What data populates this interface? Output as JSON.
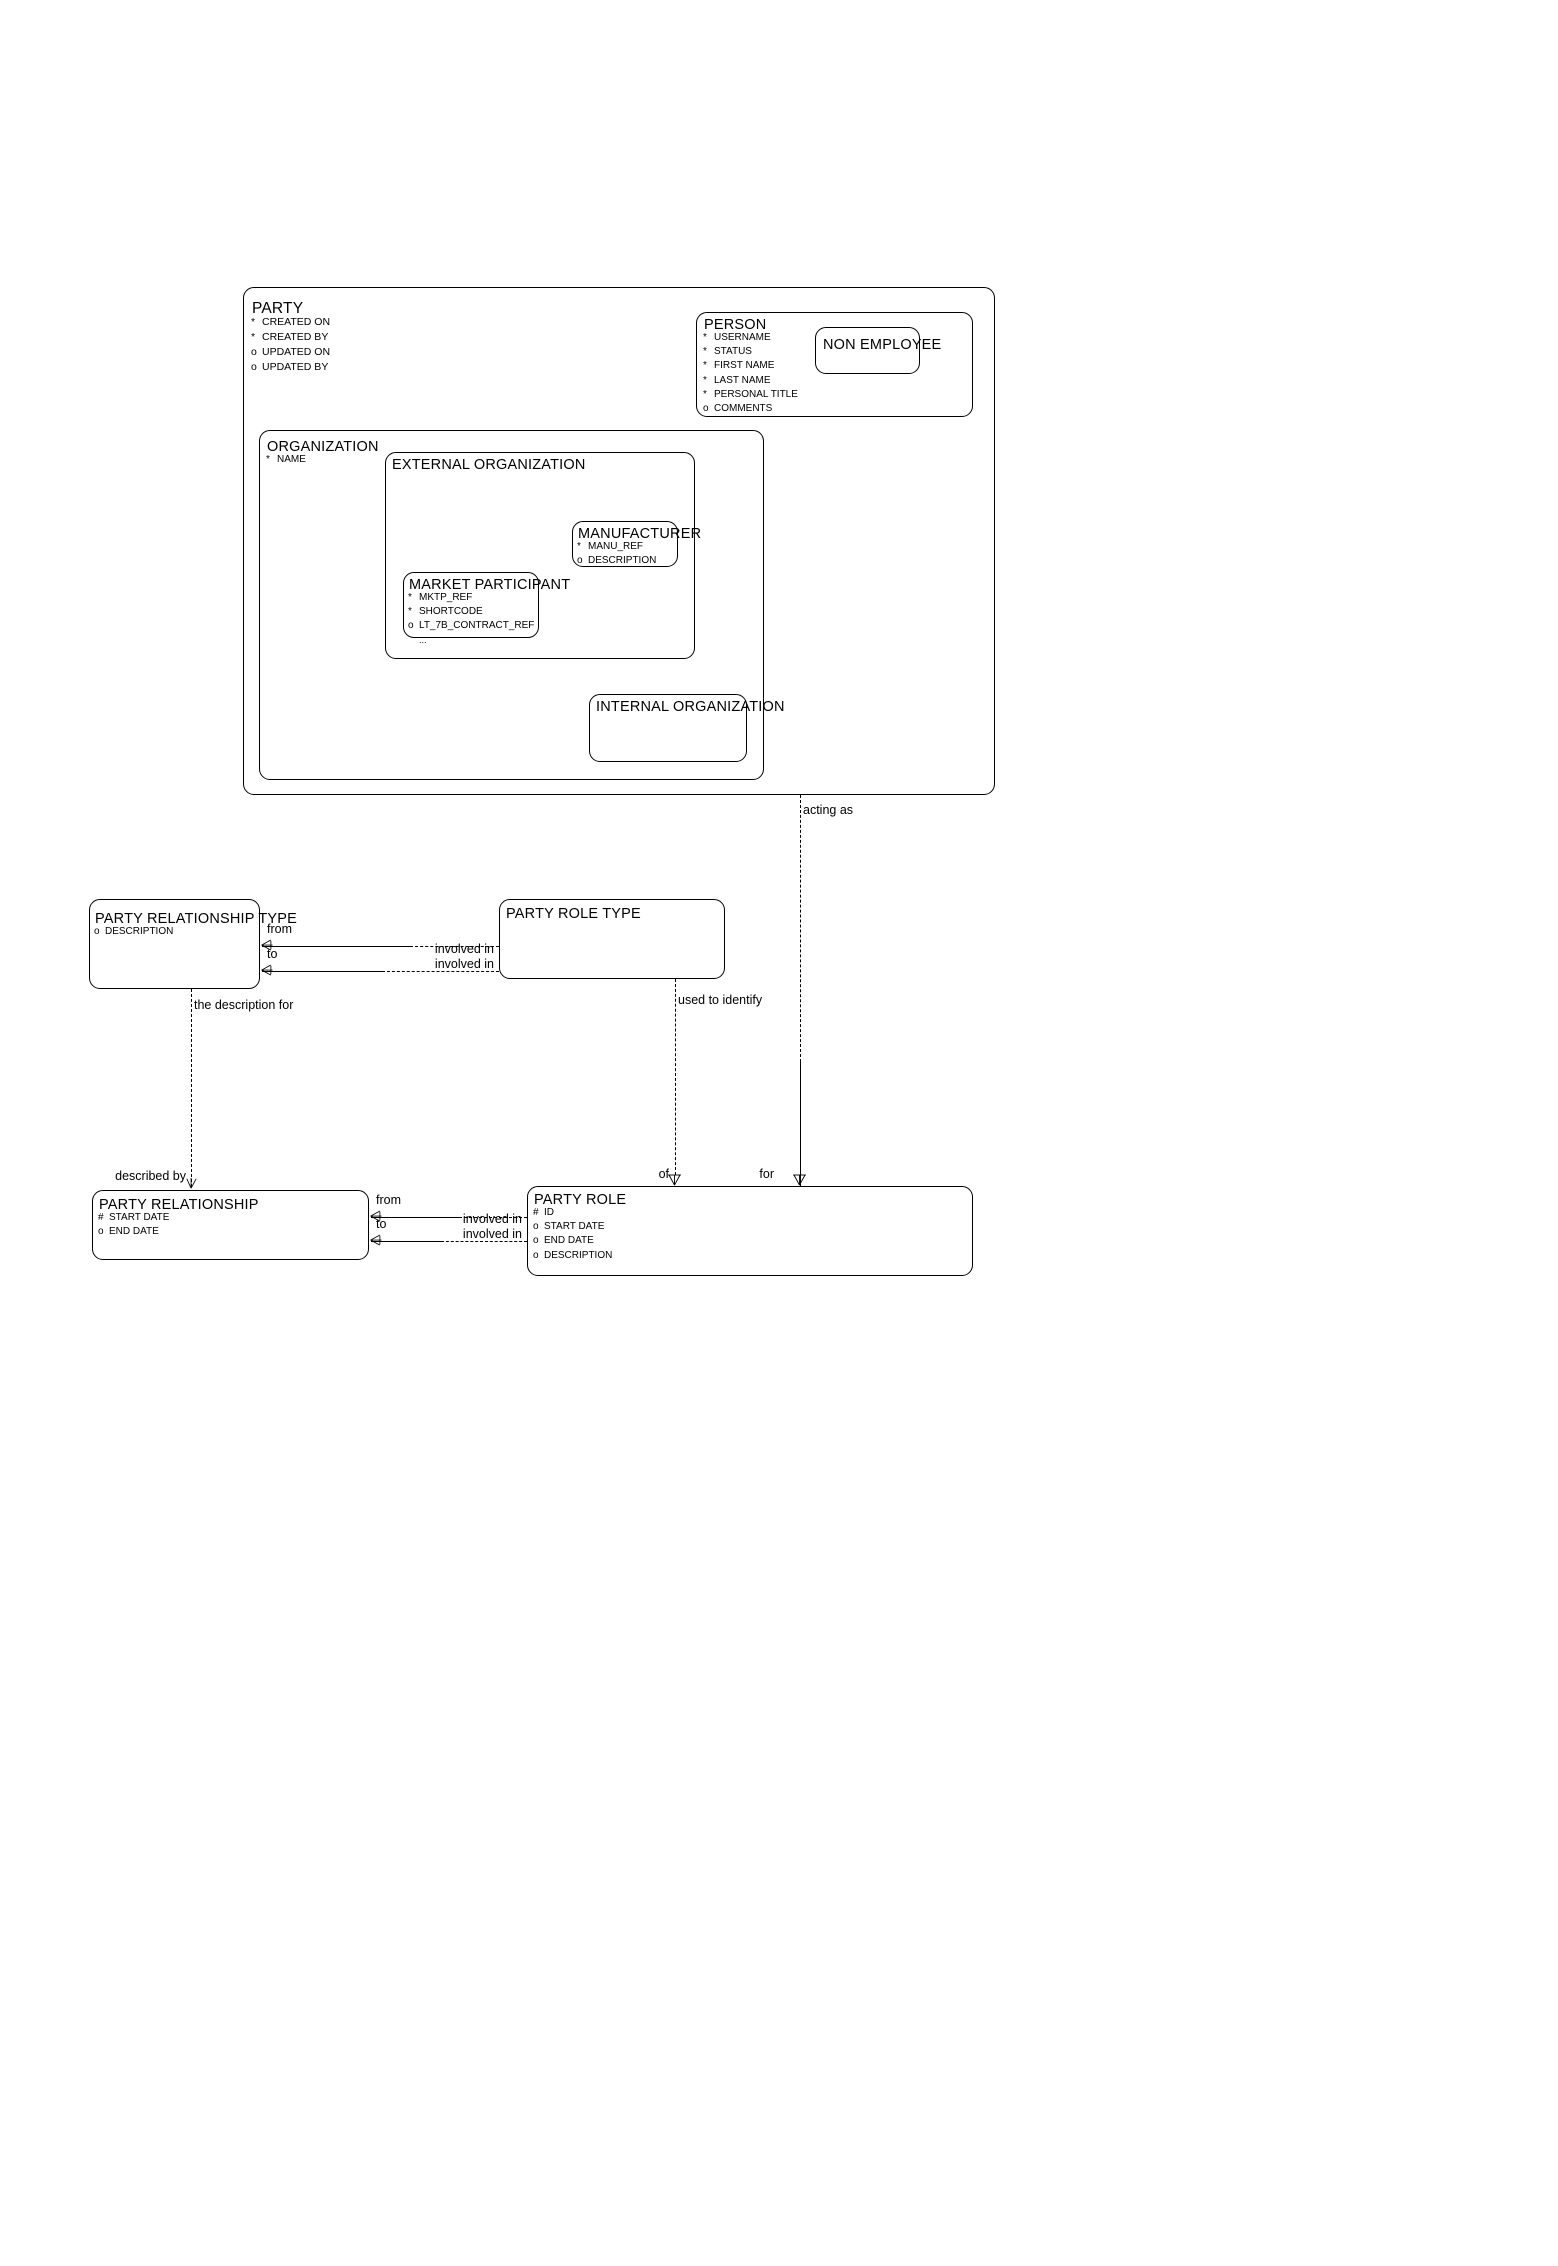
{
  "diagram": {
    "title": "Party Data Model",
    "type": "entity-relationship-diagram",
    "notation": "Barker / Oracle ERD",
    "background_color": "#ffffff",
    "line_color": "#000000"
  },
  "entities": {
    "party": {
      "name": "PARTY",
      "attributes": [
        {
          "marker": "*",
          "label": "CREATED ON"
        },
        {
          "marker": "*",
          "label": "CREATED BY"
        },
        {
          "marker": "o",
          "label": "UPDATED ON"
        },
        {
          "marker": "o",
          "label": "UPDATED BY"
        }
      ]
    },
    "person": {
      "name": "PERSON",
      "attributes": [
        {
          "marker": "*",
          "label": "USERNAME"
        },
        {
          "marker": "*",
          "label": "STATUS"
        },
        {
          "marker": "*",
          "label": "FIRST NAME"
        },
        {
          "marker": "*",
          "label": "LAST NAME"
        },
        {
          "marker": "*",
          "label": "PERSONAL TITLE"
        },
        {
          "marker": "o",
          "label": "COMMENTS"
        }
      ]
    },
    "non_employee": {
      "name": "NON EMPLOYEE",
      "attributes": []
    },
    "organization": {
      "name": "ORGANIZATION",
      "attributes": [
        {
          "marker": "*",
          "label": "NAME"
        }
      ]
    },
    "external_organization": {
      "name": "EXTERNAL ORGANIZATION",
      "attributes": []
    },
    "manufacturer": {
      "name": "MANUFACTURER",
      "attributes": [
        {
          "marker": "*",
          "label": "MANU_REF"
        },
        {
          "marker": "o",
          "label": "DESCRIPTION"
        }
      ]
    },
    "market_participant": {
      "name": "MARKET PARTICIPANT",
      "attributes": [
        {
          "marker": "*",
          "label": "MKTP_REF"
        },
        {
          "marker": "*",
          "label": "SHORTCODE"
        },
        {
          "marker": "o",
          "label": "LT_7B_CONTRACT_REF"
        },
        {
          "marker": "",
          "label": "..."
        }
      ]
    },
    "internal_organization": {
      "name": "INTERNAL ORGANIZATION",
      "attributes": []
    },
    "party_relationship_type": {
      "name": "PARTY RELATIONSHIP TYPE",
      "attributes": [
        {
          "marker": "o",
          "label": "DESCRIPTION"
        }
      ]
    },
    "party_role_type": {
      "name": "PARTY ROLE TYPE",
      "attributes": []
    },
    "party_relationship": {
      "name": "PARTY RELATIONSHIP",
      "attributes": [
        {
          "marker": "#",
          "label": "START DATE"
        },
        {
          "marker": "o",
          "label": "END DATE"
        }
      ]
    },
    "party_role": {
      "name": "PARTY ROLE",
      "attributes": [
        {
          "marker": "#",
          "label": "ID"
        },
        {
          "marker": "o",
          "label": "START DATE"
        },
        {
          "marker": "o",
          "label": "END DATE"
        },
        {
          "marker": "o",
          "label": "DESCRIPTION"
        }
      ]
    }
  },
  "relationships": {
    "party_acting_as_party_role": {
      "label": "acting as"
    },
    "party_role_for_party": {
      "label": "for"
    },
    "prt_from": {
      "label": "from"
    },
    "prt_to": {
      "label": "to"
    },
    "prt_involved_in_1": {
      "label": "involved in"
    },
    "prt_involved_in_2": {
      "label": "involved in"
    },
    "prt_description_for": {
      "label": "the description for"
    },
    "pr_described_by": {
      "label": "described by"
    },
    "prty_used_to_identify": {
      "label": "used to identify"
    },
    "prole_of": {
      "label": "of"
    },
    "pr_from": {
      "label": "from"
    },
    "pr_to": {
      "label": "to"
    },
    "pr_involved_in_1": {
      "label": "involved in"
    },
    "pr_involved_in_2": {
      "label": "involved in"
    }
  }
}
